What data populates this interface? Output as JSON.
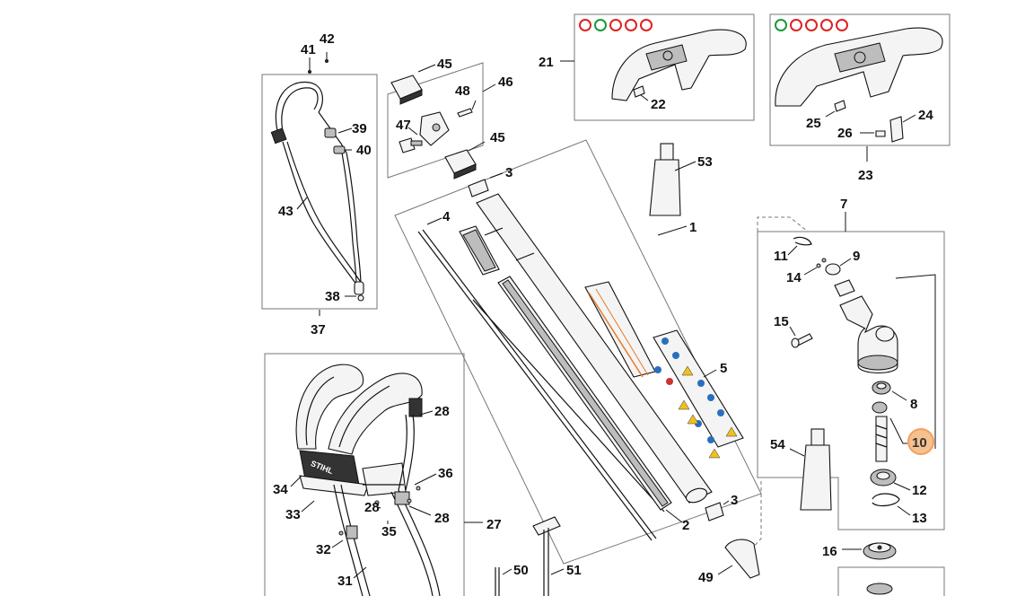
{
  "diagram": {
    "type": "exploded-parts-diagram",
    "highlight_color": "#f0a060",
    "highlighted_part": "10",
    "labels": [
      {
        "id": "41",
        "text": "41"
      },
      {
        "id": "42",
        "text": "42"
      },
      {
        "id": "39",
        "text": "39"
      },
      {
        "id": "40",
        "text": "40"
      },
      {
        "id": "43",
        "text": "43"
      },
      {
        "id": "38",
        "text": "38"
      },
      {
        "id": "37",
        "text": "37"
      },
      {
        "id": "45a",
        "text": "45"
      },
      {
        "id": "46",
        "text": "46"
      },
      {
        "id": "48",
        "text": "48"
      },
      {
        "id": "47",
        "text": "47"
      },
      {
        "id": "45b",
        "text": "45"
      },
      {
        "id": "3a",
        "text": "3"
      },
      {
        "id": "4",
        "text": "4"
      },
      {
        "id": "1",
        "text": "1"
      },
      {
        "id": "53",
        "text": "53"
      },
      {
        "id": "5",
        "text": "5"
      },
      {
        "id": "2",
        "text": "2"
      },
      {
        "id": "3b",
        "text": "3"
      },
      {
        "id": "21",
        "text": "21"
      },
      {
        "id": "22",
        "text": "22"
      },
      {
        "id": "23",
        "text": "23"
      },
      {
        "id": "24",
        "text": "24"
      },
      {
        "id": "25",
        "text": "25"
      },
      {
        "id": "26",
        "text": "26"
      },
      {
        "id": "7",
        "text": "7"
      },
      {
        "id": "11",
        "text": "11"
      },
      {
        "id": "9",
        "text": "9"
      },
      {
        "id": "14",
        "text": "14"
      },
      {
        "id": "15",
        "text": "15"
      },
      {
        "id": "8",
        "text": "8"
      },
      {
        "id": "10",
        "text": "10"
      },
      {
        "id": "12",
        "text": "12"
      },
      {
        "id": "13",
        "text": "13"
      },
      {
        "id": "54",
        "text": "54"
      },
      {
        "id": "16",
        "text": "16"
      },
      {
        "id": "49",
        "text": "49"
      },
      {
        "id": "50",
        "text": "50"
      },
      {
        "id": "51",
        "text": "51"
      },
      {
        "id": "28a",
        "text": "28"
      },
      {
        "id": "36",
        "text": "36"
      },
      {
        "id": "34",
        "text": "34"
      },
      {
        "id": "33",
        "text": "33"
      },
      {
        "id": "28b",
        "text": "28"
      },
      {
        "id": "28c",
        "text": "28"
      },
      {
        "id": "35",
        "text": "35"
      },
      {
        "id": "27",
        "text": "27"
      },
      {
        "id": "32",
        "text": "32"
      },
      {
        "id": "31",
        "text": "31"
      }
    ],
    "harness_brand": "STIHL"
  }
}
